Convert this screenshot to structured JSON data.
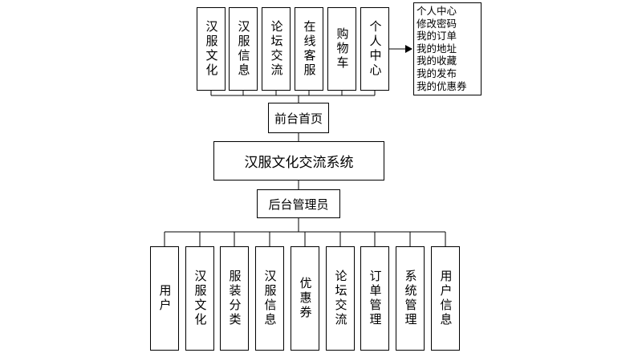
{
  "frontend": {
    "label": "前台首页",
    "modules": [
      {
        "label": "汉服文化"
      },
      {
        "label": "汉服信息"
      },
      {
        "label": "论坛交流"
      },
      {
        "label": "在线客服"
      },
      {
        "label": "购物车"
      },
      {
        "label": "个人中心"
      }
    ],
    "personal_center_items": [
      "个人中心",
      "修改密码",
      "我的订单",
      "我的地址",
      "我的收藏",
      "我的发布",
      "我的优惠券"
    ]
  },
  "system": {
    "label": "汉服文化交流系统"
  },
  "backend": {
    "label": "后台管理员",
    "modules": [
      {
        "label": "用户"
      },
      {
        "label": "汉服文化"
      },
      {
        "label": "服装分类"
      },
      {
        "label": "汉服信息"
      },
      {
        "label": "优惠券"
      },
      {
        "label": "论坛交流"
      },
      {
        "label": "订单管理"
      },
      {
        "label": "系统管理"
      },
      {
        "label": "用户信息"
      }
    ]
  }
}
